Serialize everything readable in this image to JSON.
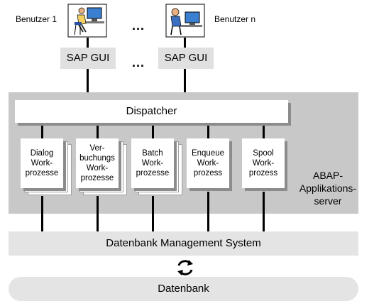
{
  "users": {
    "first_label": "Benutzer 1",
    "last_label": "Benutzer n",
    "ellipsis": "..."
  },
  "gui": {
    "left_label": "SAP GUI",
    "right_label": "SAP GUI",
    "ellipsis": "..."
  },
  "dispatcher": {
    "label": "Dispatcher"
  },
  "work_processes": [
    {
      "lines": [
        "Dialog",
        "Work-",
        "prozesse"
      ]
    },
    {
      "lines": [
        "Ver-",
        "buchungs",
        "Work-",
        "prozesse"
      ]
    },
    {
      "lines": [
        "Batch",
        "Work-",
        "prozesse"
      ]
    },
    {
      "lines": [
        "Enqueue",
        "Work-",
        "prozess"
      ]
    },
    {
      "lines": [
        "Spool",
        "Work-",
        "prozess"
      ]
    }
  ],
  "server": {
    "lines": [
      "ABAP-",
      "Applikations-",
      "server"
    ]
  },
  "dbms": {
    "label": "Datenbank Management System"
  },
  "database": {
    "label": "Datenbank"
  },
  "icons": {
    "user": "person-at-computer-icon",
    "sync": "sync-arrows-icon"
  },
  "colors": {
    "server_band": "#c8c8c8",
    "gui_box": "#e0e0e0",
    "db_band": "#e4e4e4"
  }
}
